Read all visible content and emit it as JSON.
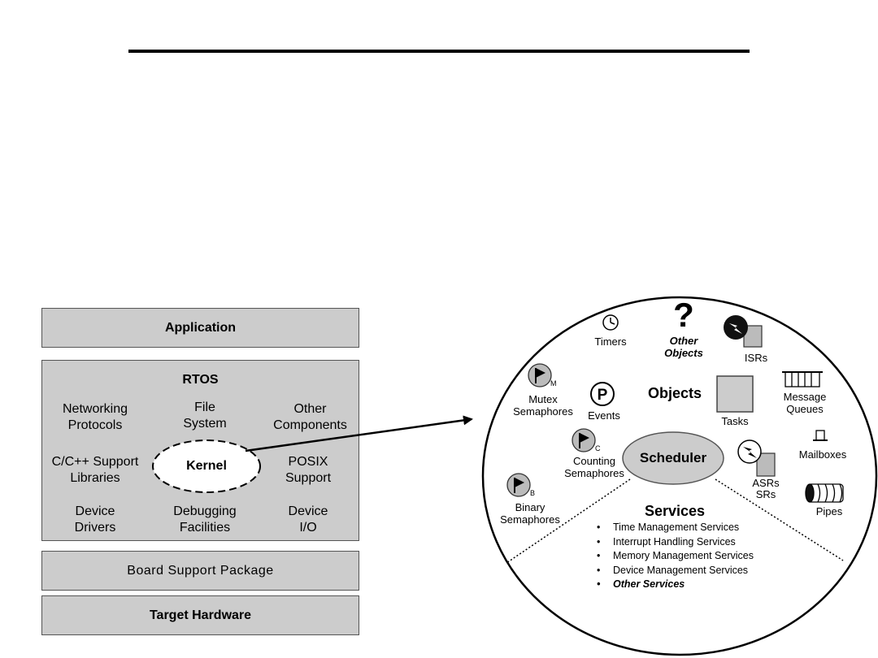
{
  "stack": {
    "application": "Application",
    "rtos": {
      "title": "RTOS",
      "networking": [
        "Networking",
        "Protocols"
      ],
      "file_system": [
        "File",
        "System"
      ],
      "other_components": [
        "Other",
        "Components"
      ],
      "cpp_support": [
        "C/C++ Support",
        "Libraries"
      ],
      "kernel": "Kernel",
      "posix": [
        "POSIX",
        "Support"
      ],
      "device_drivers": [
        "Device",
        "Drivers"
      ],
      "debugging": [
        "Debugging",
        "Facilities"
      ],
      "device_io": [
        "Device",
        "I/O"
      ]
    },
    "bsp": "Board Support Package",
    "hardware": "Target Hardware"
  },
  "kernel_detail": {
    "objects_title": "Objects",
    "scheduler": "Scheduler",
    "services_title": "Services",
    "objects": {
      "timers": "Timers",
      "other_objects": [
        "Other",
        "Objects"
      ],
      "isrs": "ISRs",
      "mutex": [
        "Mutex",
        "Semaphores"
      ],
      "mutex_sub": "M",
      "events": "Events",
      "tasks": "Tasks",
      "message_queues": [
        "Message",
        "Queues"
      ],
      "counting": [
        "Counting",
        "Semaphores"
      ],
      "counting_sub": "C",
      "mailboxes": "Mailboxes",
      "binary": [
        "Binary",
        "Semaphores"
      ],
      "binary_sub": "B",
      "asrs": [
        "ASRs",
        "SRs"
      ],
      "pipes": "Pipes",
      "question_mark": "?"
    },
    "services": [
      "Time Management Services",
      "Interrupt Handling Services",
      "Memory Management Services",
      "Device Management Services",
      "Other Services"
    ]
  },
  "colors": {
    "box_fill": "#cccccc",
    "border": "#555555",
    "icon_fill": "#bbbbbb"
  }
}
